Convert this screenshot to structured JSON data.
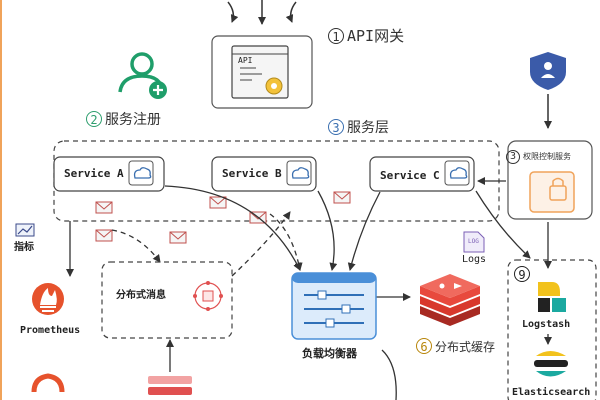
{
  "labels": {
    "api_gateway_num": "1",
    "api_gateway": "API网关",
    "api_box_text": "API",
    "service_reg_num": "2",
    "service_reg": "服务注册",
    "service_layer_num": "3",
    "service_layer": "服务层",
    "permission_num": "3",
    "permission": "权限控制服务",
    "service_a": "Service A",
    "service_b": "Service B",
    "service_c": "Service C",
    "metrics": "指标",
    "mq": "分布式消息",
    "prometheus": "Prometheus",
    "logs": "Logs",
    "log_file": "LOG",
    "lb": "负载均衡器",
    "cache_num": "6",
    "cache": "分布式缓存",
    "elk_num": "9",
    "logstash": "Logstash",
    "elasticsearch": "Elasticsearch"
  },
  "colors": {
    "number_blue": "#3a6fb0",
    "number_green": "#2e9e6e",
    "number_dark": "#333333",
    "registry_green": "#1f9e6a",
    "shield_blue": "#3b5ba9",
    "chip_orange": "#f0a35a",
    "lb_blue": "#4a8fd8",
    "redis_red": "#d8382c",
    "prometheus_orange": "#e6522c",
    "logstash_yellow": "#f2c21c",
    "elastic_teal": "#1ba9a0"
  },
  "icons": [
    "api-window-icon",
    "user-add-icon",
    "shield-user-icon",
    "lock-window-icon",
    "chip-cloud-icon",
    "envelope-icon",
    "chart-monitor-icon",
    "message-queue-icon",
    "prometheus-icon",
    "log-file-icon",
    "load-balancer-icon",
    "redis-icon",
    "logstash-icon",
    "elasticsearch-icon"
  ]
}
